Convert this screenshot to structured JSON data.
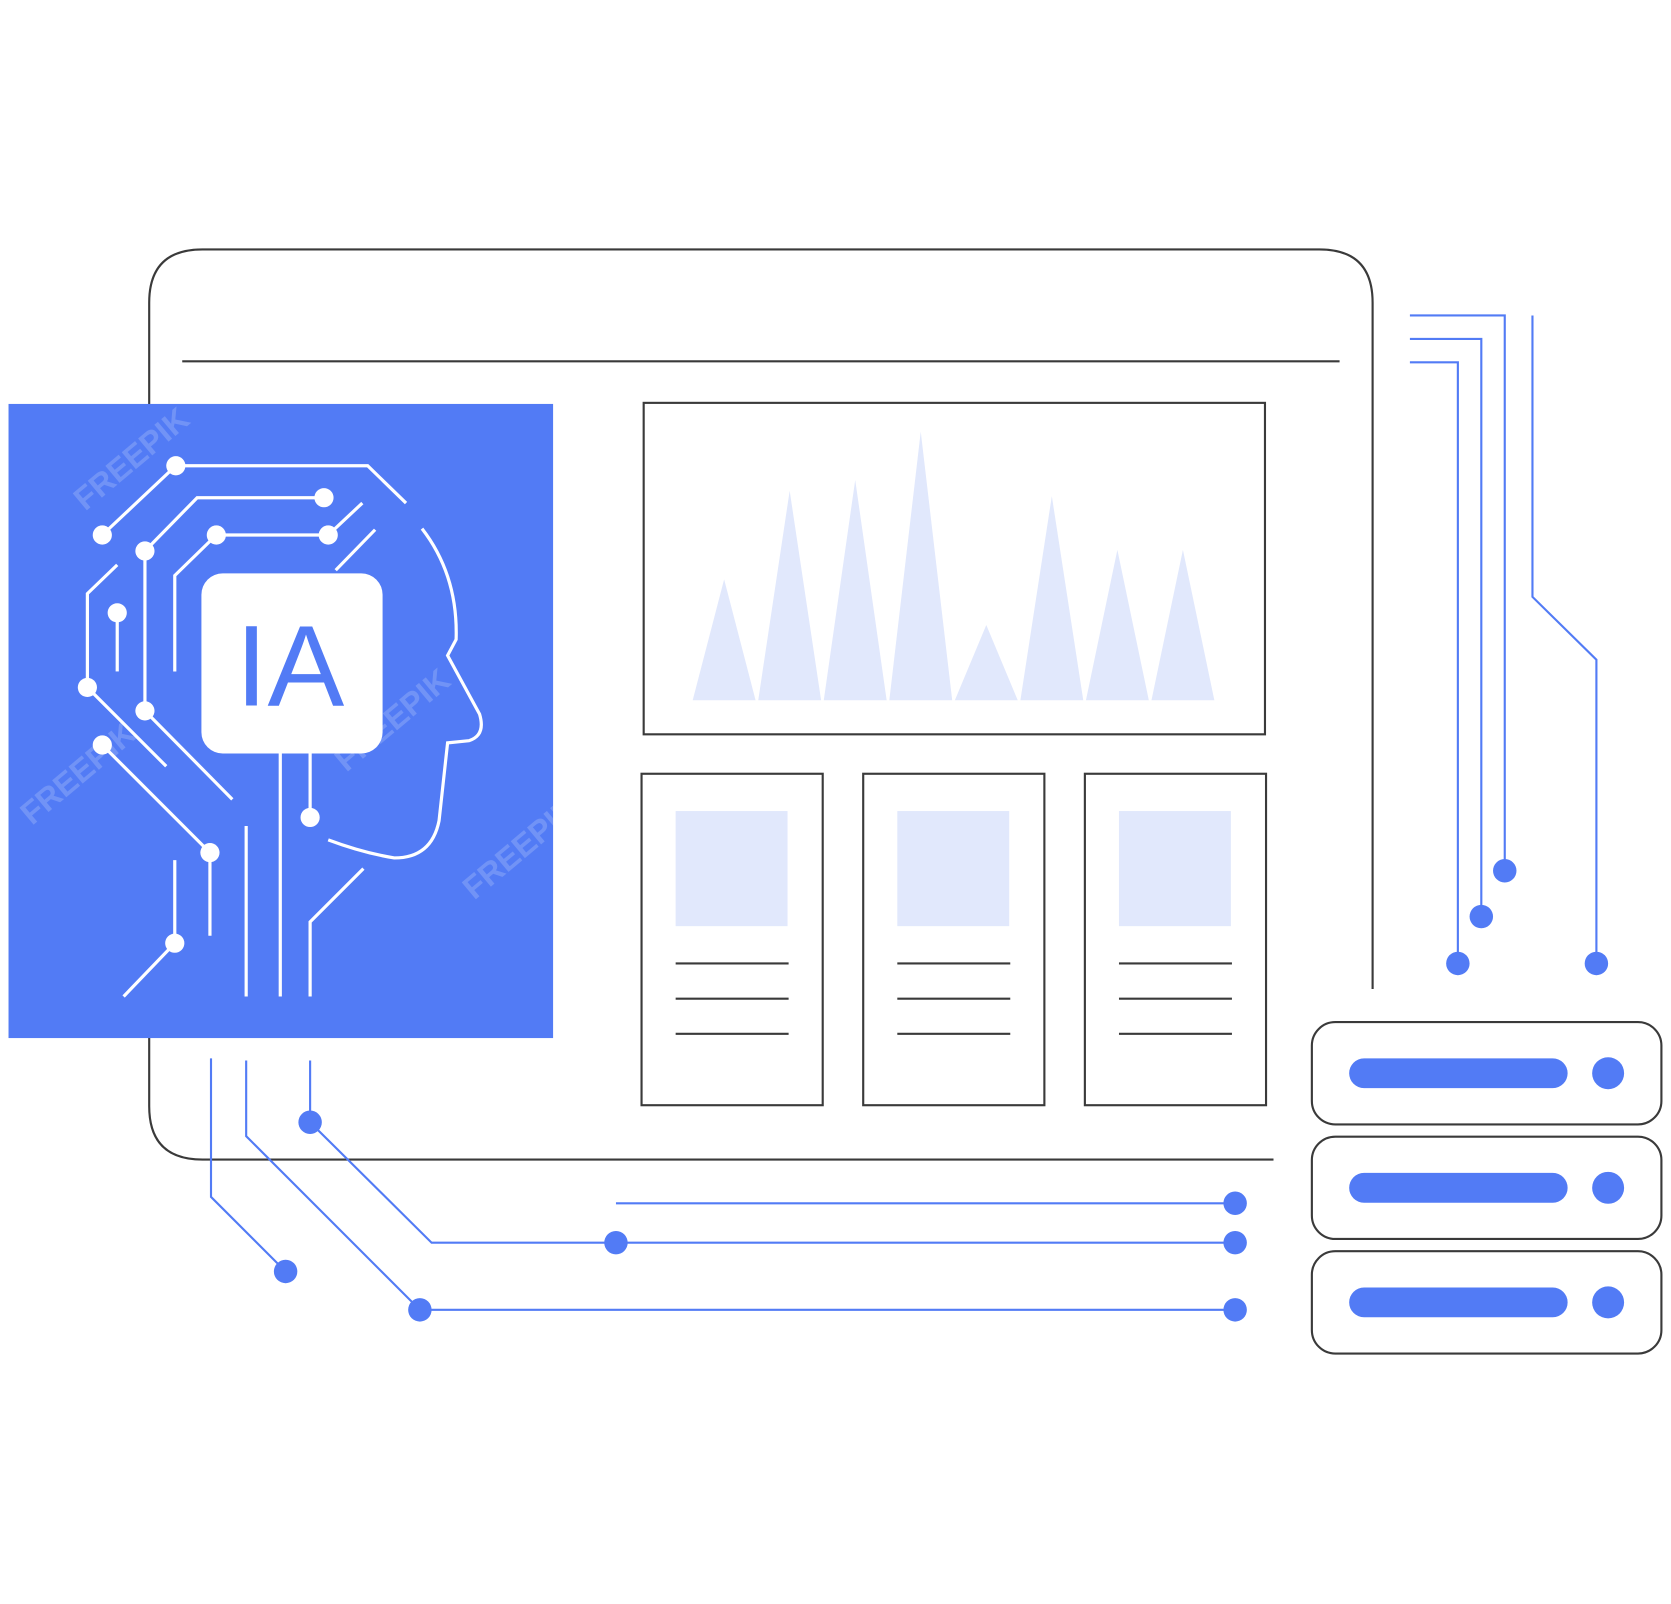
{
  "illustration": {
    "ai_badge_text": "IA",
    "watermark": "FREEPIK",
    "colors": {
      "accent": "#527BF5",
      "light_fill": "#E1E8FC",
      "outline": "#3a3a3a"
    },
    "chart_peaks_relative": [
      0.45,
      0.78,
      0.82,
      1.0,
      0.28,
      0.76,
      0.56,
      0.56
    ],
    "card_count": 3,
    "server_count": 3
  }
}
